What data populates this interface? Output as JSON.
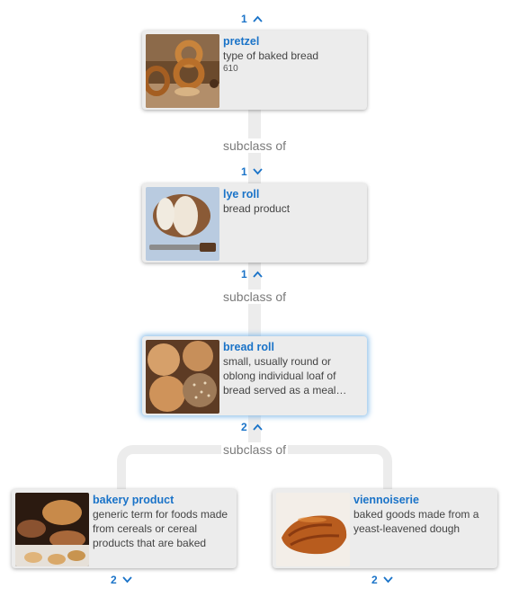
{
  "nodes": {
    "pretzel": {
      "title": "pretzel",
      "description": "type of baked bread",
      "extra": "610",
      "image_icon": "pretzel-photo"
    },
    "lye_roll": {
      "title": "lye roll",
      "description": "bread product",
      "image_icon": "lye-roll-photo"
    },
    "bread_roll": {
      "title": "bread roll",
      "description": "small, usually round or oblong individual loaf of bread served as a meal…",
      "image_icon": "bread-roll-photo"
    },
    "bakery_product": {
      "title": "bakery product",
      "description": "generic term for foods made from cereals or cereal products that are baked",
      "image_icon": "bakery-product-photo"
    },
    "viennoiserie": {
      "title": "viennoiserie",
      "description": "baked goods made from a yeast-leavened dough",
      "image_icon": "viennoiserie-photo"
    }
  },
  "relations": {
    "pretzel_to_lye_roll": "subclass of",
    "lye_roll_to_bread_roll": "subclass of",
    "bread_roll_to_parents": "subclass of"
  },
  "counters": {
    "pretzel_top": {
      "count": "1",
      "icon": "chevron-up-icon"
    },
    "lye_roll_top": {
      "count": "1",
      "icon": "chevron-down-icon"
    },
    "lye_roll_bottom": {
      "count": "1",
      "icon": "chevron-up-icon"
    },
    "bread_roll_bottom": {
      "count": "2",
      "icon": "chevron-up-icon"
    },
    "bakery_product_bottom": {
      "count": "2",
      "icon": "chevron-down-icon"
    },
    "viennoiserie_bottom": {
      "count": "2",
      "icon": "chevron-down-icon"
    }
  },
  "colors": {
    "accent": "#1a73c8",
    "card_bg": "#ececec",
    "connector": "#ececec",
    "selected_glow": "#78b4e6"
  }
}
